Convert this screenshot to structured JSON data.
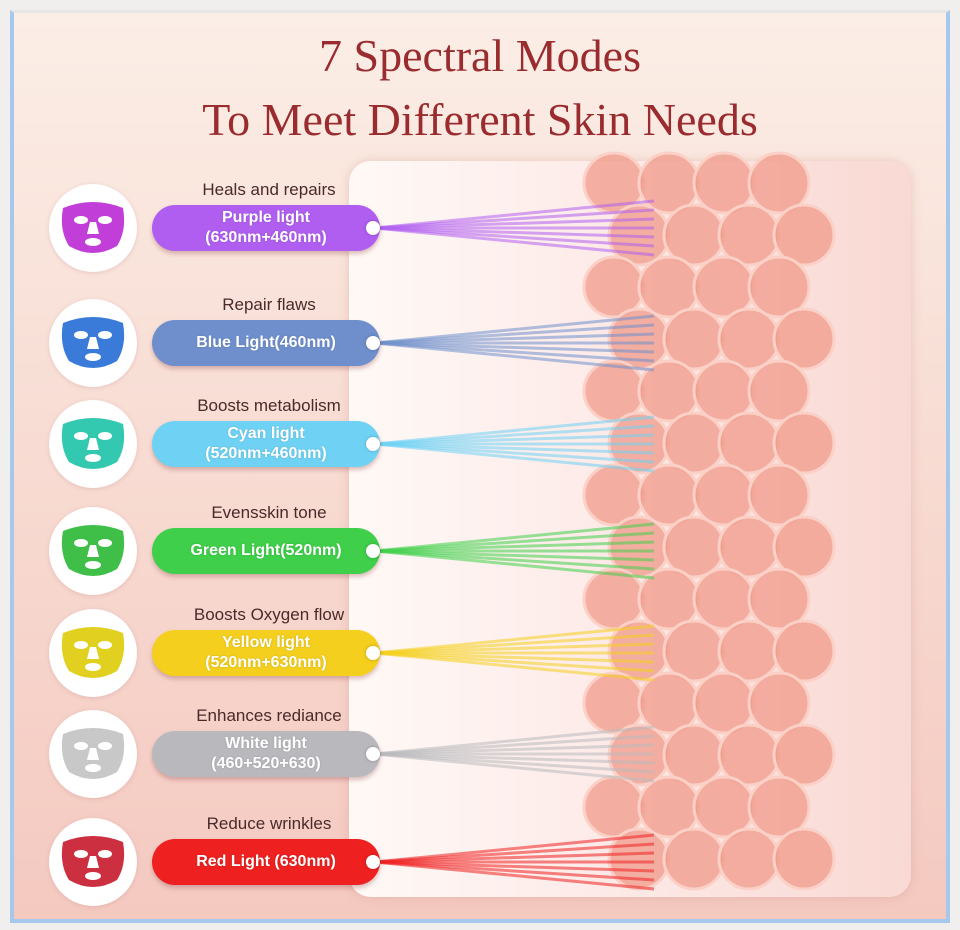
{
  "title": {
    "line1": "7 Spectral Modes",
    "line2": "To Meet Different Skin Needs"
  },
  "modes": [
    {
      "benefit": "Heals and repairs",
      "label1": "Purple light",
      "label2": "(630nm+460nm)",
      "color": "#b05ef0",
      "mask": "#c13fd8",
      "icon": "mask-icon"
    },
    {
      "benefit": "Repair flaws",
      "label1": "Blue Light(460nm)",
      "label2": "",
      "color": "#6f8fcc",
      "mask": "#3a7ad8",
      "icon": "mask-icon"
    },
    {
      "benefit": "Boosts metabolism",
      "label1": "Cyan light",
      "label2": "(520nm+460nm)",
      "color": "#6fd2f4",
      "mask": "#33c9b0",
      "icon": "mask-icon"
    },
    {
      "benefit": "Evensskin tone",
      "label1": "Green Light(520nm)",
      "label2": "",
      "color": "#3fcf4a",
      "mask": "#3fbf48",
      "icon": "mask-icon"
    },
    {
      "benefit": "Boosts Oxygen flow",
      "label1": "Yellow light",
      "label2": "(520nm+630nm)",
      "color": "#f4cf1e",
      "mask": "#e2d020",
      "icon": "mask-icon"
    },
    {
      "benefit": "Enhances rediance",
      "label1": "White light",
      "label2": "(460+520+630)",
      "color": "#b9b9bd",
      "mask": "#c8c8c8",
      "icon": "mask-icon"
    },
    {
      "benefit": "Reduce wrinkles",
      "label1": "Red Light (630nm)",
      "label2": "",
      "color": "#ee2020",
      "mask": "#cc3040",
      "icon": "mask-icon"
    }
  ]
}
